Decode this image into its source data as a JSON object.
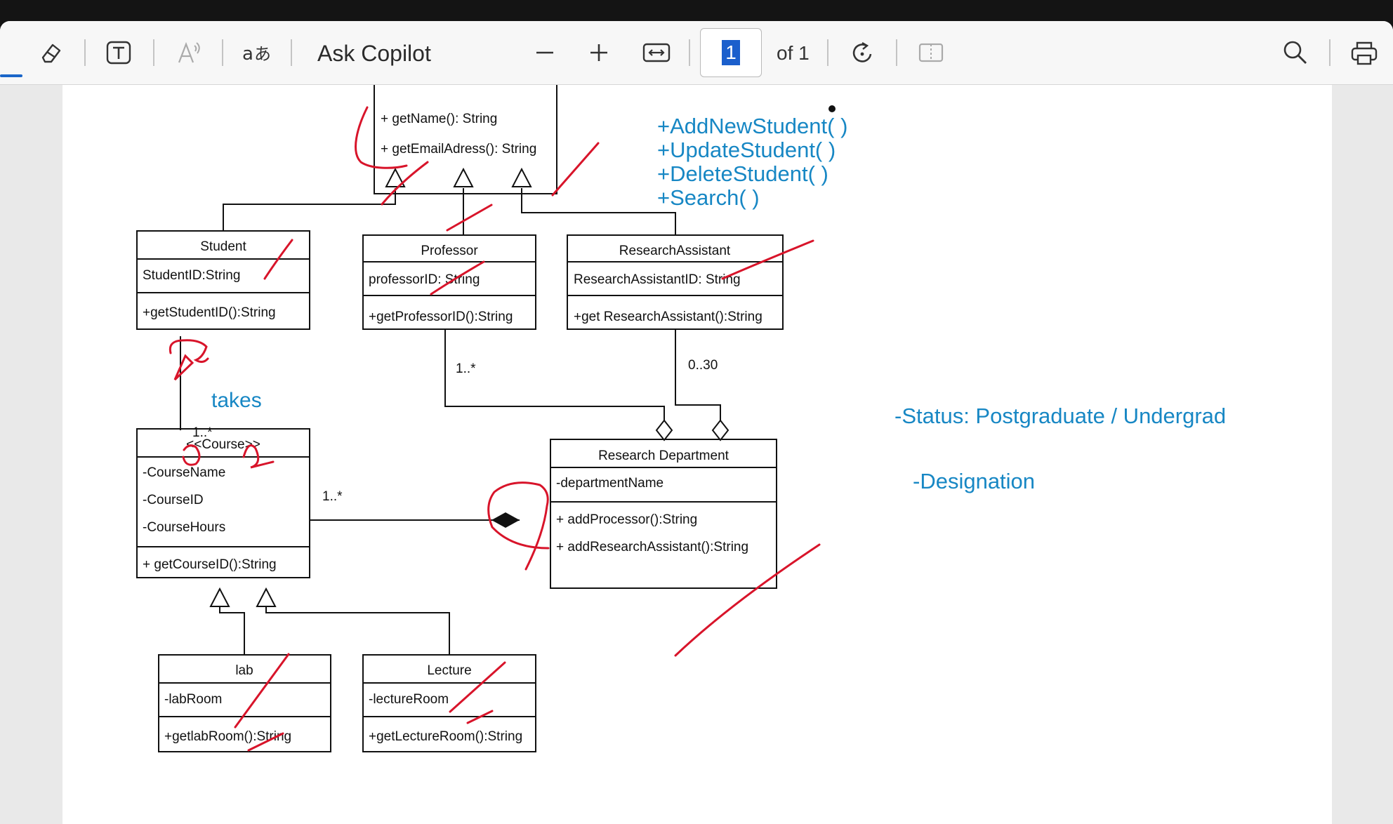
{
  "toolbar": {
    "ask_copilot": "Ask Copilot",
    "page_current": "1",
    "page_of": "of 1",
    "icons": [
      "eraser-icon",
      "text-box-icon",
      "read-aloud-icon",
      "translate-icon",
      "zoom-out-icon",
      "zoom-in-icon",
      "fit-width-icon",
      "rotate-icon",
      "page-view-icon",
      "search-icon",
      "print-icon"
    ],
    "accent_color": "#1a66c9"
  },
  "diagram": {
    "person_methods": [
      "+ getName(): String",
      "+ getEmailAdress(): String"
    ],
    "student": {
      "name": "Student",
      "attrs": [
        "StudentID:String"
      ],
      "methods": [
        "+getStudentID():String"
      ]
    },
    "professor": {
      "name": "Professor",
      "attrs": [
        "professorID: String"
      ],
      "methods": [
        "+getProfessorID():String"
      ]
    },
    "research_assistant": {
      "name": "ResearchAssistant",
      "attrs": [
        "ResearchAssistantID: String"
      ],
      "methods": [
        "+get ResearchAssistant():String"
      ]
    },
    "course": {
      "name": "<<Course>>",
      "attrs": [
        "-CourseName",
        "-CourseID",
        "-CourseHours"
      ],
      "methods": [
        "+ getCourseID():String"
      ]
    },
    "research_department": {
      "name": "Research Department",
      "attrs": [
        "-departmentName"
      ],
      "methods": [
        "+ addProcessor():String",
        "+ addResearchAssistant():String"
      ]
    },
    "lab": {
      "name": "lab",
      "attrs": [
        "-labRoom"
      ],
      "methods": [
        "+getlabRoom():String"
      ]
    },
    "lecture": {
      "name": "Lecture",
      "attrs": [
        "-lectureRoom"
      ],
      "methods": [
        "+getLectureRoom():String"
      ]
    },
    "multiplicities": {
      "professor_dept": "1..*",
      "ra_dept": "0..30",
      "student_course": "1..*",
      "course_dept": "1..*"
    },
    "annotations": {
      "takes": "takes",
      "ops": [
        "+AddNewStudent( )",
        "+UpdateStudent( )",
        "+DeleteStudent( )",
        "+Search( )"
      ],
      "status": "-Status: Postgraduate / Undergrad",
      "designation": "-Designation"
    },
    "colors": {
      "annotation": "#1787c4",
      "ink": "#d8142a",
      "line": "#111111"
    }
  }
}
